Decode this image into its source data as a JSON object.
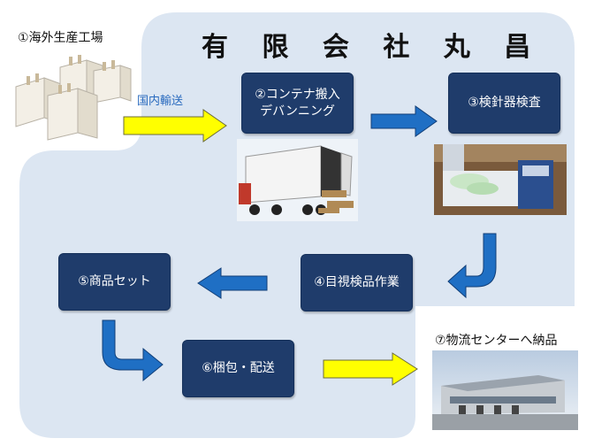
{
  "company_name": "有 限 会 社 丸 昌",
  "steps": {
    "s1": "①海外生産工場",
    "domestic_transport": "国内輸送",
    "s2_line1": "②コンテナ搬入",
    "s2_line2": "デバンニング",
    "s3": "③検針器検査",
    "s4": "④目視検品作業",
    "s5": "⑤商品セット",
    "s6": "⑥梱包・配送",
    "s7": "⑦物流センターへ納品"
  },
  "colors": {
    "background_panel": "#dce6f2",
    "step_box": "#1f3c6b",
    "flow_arrow": "#1f6fc4",
    "transport_arrow": "#ffff00"
  },
  "icons": [
    "factory-illustration",
    "container-truck-photo",
    "needle-detector-photo",
    "distribution-center-photo"
  ]
}
